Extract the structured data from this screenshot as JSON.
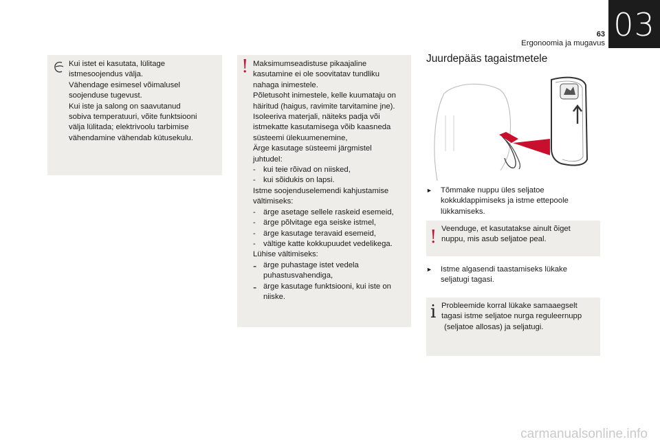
{
  "header": {
    "page_number": "63",
    "section_title": "Ergonoomia ja mugavus",
    "chapter": "03"
  },
  "eco_box": {
    "lines": [
      "Kui istet ei kasutata, lülitage",
      "istmesoojendus välja.",
      "Vähendage esimesel võimalusel",
      "soojenduse tugevust.",
      "Kui iste ja salong on saavutanud",
      "sobiva temperatuuri, võite funktsiooni",
      "välja lülitada; elektrivoolu tarbimise",
      "vähendamine vähendab kütusekulu."
    ]
  },
  "warning_box": {
    "intro": [
      "Maksimumseadistuse pikaajaline",
      "kasutamine ei ole soovitatav tundliku",
      "nahaga inimestele.",
      "Põletusoht inimestele, kelle kuumataju on",
      "häiritud (haigus, ravimite tarvitamine jne).",
      "Isoleeriva materjali, näiteks padja või",
      "istmekatte kasutamisega võib kaasneda",
      "süsteemi ülekuumenemine,",
      "Ärge kasutage süsteemi järgmistel",
      "juhtudel:"
    ],
    "cases": [
      "kui teie rõivad on niisked,",
      "kui sõidukis on lapsi."
    ],
    "mid": [
      "Istme soojenduselemendi kahjustamise",
      "vältimiseks:"
    ],
    "damage": [
      "ärge asetage sellele raskeid esemeid,",
      "ärge põlvitage ega seiske istmel,",
      "ärge kasutage teravaid esemeid,",
      "vältige katte kokkupuudet vedelikega."
    ],
    "short_label": "Lühise vältimiseks:",
    "short": [
      [
        "ärge puhastage istet vedela",
        "puhastusvahendiga,"
      ],
      [
        "ärge kasutage funktsiooni, kui iste on",
        "niiske."
      ]
    ]
  },
  "rear_access": {
    "title": "Juurdepääs tagaistmetele",
    "step1": [
      "Tõmmake nuppu üles seljatoe",
      "kokkuklappimiseks ja istme ettepoole",
      "lükkamiseks."
    ],
    "caution": [
      "Veenduge, et kasutatakse ainult õiget",
      "nuppu, mis asub seljatoe peal."
    ],
    "step2": [
      "Istme algasendi taastamiseks lükake",
      "seljatugi tagasi."
    ],
    "info": [
      "Probleemide korral lükake samaaegselt",
      "tagasi istme seljatoe nurga reguleernupp",
      "(seljatoe allosas) ja seljatugi."
    ]
  },
  "watermark": "carmanualsonline.info",
  "colors": {
    "box_bg": "#efedea",
    "warning_red": "#c8102e",
    "chapter_bg": "#1c1c1c"
  }
}
